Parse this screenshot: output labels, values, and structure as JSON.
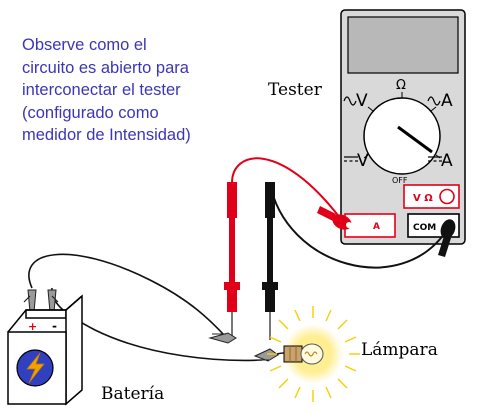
{
  "note": {
    "lines": [
      "Observe como el",
      "circuito es abierto para",
      "interconectar el tester",
      "(configurado como",
      "medidor de Intensidad)"
    ]
  },
  "labels": {
    "tester": "Tester",
    "lamp": "Lámpara",
    "battery": "Batería"
  },
  "meter": {
    "dial_ohm": "Ω",
    "dial_off": "OFF",
    "range_ac_v": "V",
    "range_ac_a": "A",
    "range_dc_v": "V",
    "range_dc_a": "A",
    "jack_vohm": "V Ω",
    "jack_a": "A",
    "jack_com": "COM"
  },
  "battery": {
    "plus": "+",
    "minus": "-"
  },
  "colors": {
    "note_text": "#3b36b8",
    "meter_body": "#d9d9d9",
    "meter_display": "#b8b8b8",
    "red_lead": "#e0001a",
    "black_lead": "#111111",
    "battery_bolt": "#f2a100",
    "battery_disk": "#3040c0",
    "lamp_glow": "#ffe34a"
  }
}
